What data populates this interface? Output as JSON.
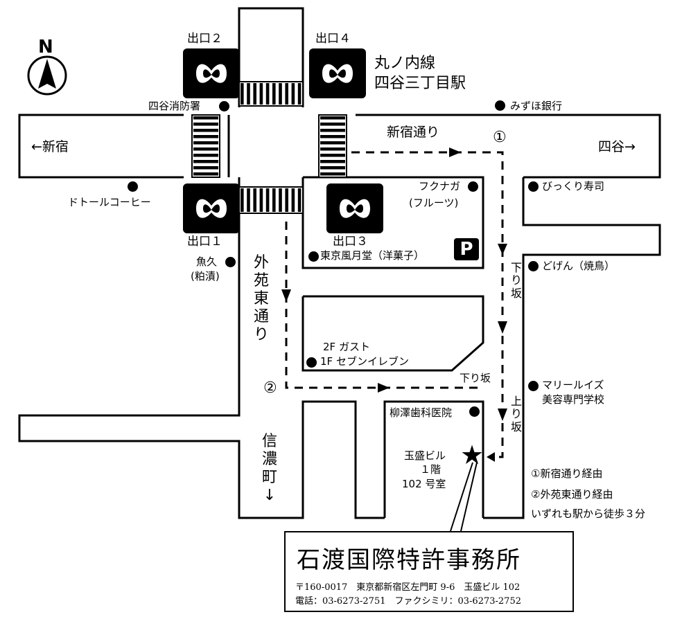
{
  "compass": {
    "letter": "N"
  },
  "station": {
    "line": "丸ノ内線",
    "name": "四谷三丁目駅"
  },
  "exits": {
    "exit1": "出口１",
    "exit2": "出口２",
    "exit3": "出口３",
    "exit4": "出口４"
  },
  "streets": {
    "shinjuku_dori": "新宿通り",
    "to_shinjuku": "←新宿",
    "to_yotsuya": "四谷→",
    "gaien_higashi_dori": "外苑東通り",
    "shinanomachi": "信濃町↓"
  },
  "landmarks": {
    "fire_station": "四谷消防署",
    "mizuho": "みずほ銀行",
    "doutor": "ドトールコーヒー",
    "fukunaga_name": "フクナガ",
    "fukunaga_type": "(フルーツ)",
    "bikkuri_sushi": "びっくり寿司",
    "fugetsudo": "東京風月堂（洋菓子）",
    "uokyu_name": "魚久",
    "uokyu_type": "(粕漬)",
    "dogen": "どげん（焼鳥）",
    "gusto": "2F ガスト",
    "seven_eleven": "1F セブンイレブン",
    "marieluise_1": "マリールイズ",
    "marieluise_2": "美容専門学校",
    "yanagisawa": "柳澤歯科医院",
    "parking": "P"
  },
  "slopes": {
    "downhill_horizontal": "下り坂",
    "downhill_vertical": "下り坂",
    "uphill_vertical": "上り坂"
  },
  "destination": {
    "building": "玉盛ビル",
    "floor": "１階",
    "room": "102 号室"
  },
  "routes": {
    "marker1": "①",
    "marker2": "②",
    "legend1": "①新宿通り経由",
    "legend2": "②外苑東通り経由",
    "walk_time": "いずれも駅から徒歩３分"
  },
  "office": {
    "name": "石渡国際特許事務所",
    "address": "〒160-0017　東京都新宿区左門町 9-6　玉盛ビル 102",
    "phone": "電話：03-6273-2751　ファクシミリ：03-6273-2752"
  }
}
